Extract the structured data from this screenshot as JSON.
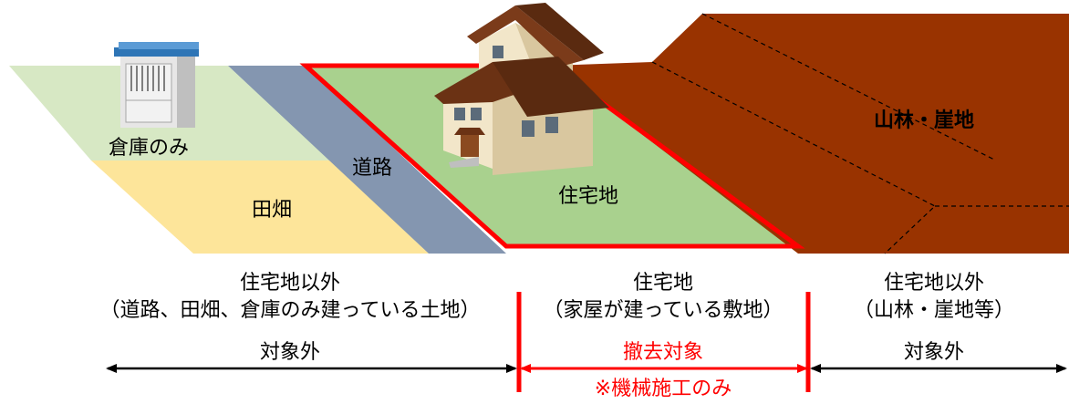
{
  "regions": {
    "storage_only": "倉庫のみ",
    "field": "田畑",
    "road": "道路",
    "residential": "住宅地",
    "forest_cliff": "山林・崖地"
  },
  "captions": {
    "left": {
      "line1": "住宅地以外",
      "line2": "（道路、田畑、倉庫のみ建っている土地）",
      "status": "対象外"
    },
    "center": {
      "line1": "住宅地",
      "line2": "（家屋が建っている敷地）",
      "status": "撤去対象",
      "note": "※機械施工のみ"
    },
    "right": {
      "line1": "住宅地以外",
      "line2": "（山林・崖地等）",
      "status": "対象外"
    }
  },
  "colors": {
    "light_green": "#d7e8c4",
    "field_yellow": "#fde59a",
    "road_blue": "#8496b0",
    "residential_green": "#a9d18e",
    "forest_brown": "#993300",
    "highlight_red": "#ff0000",
    "arrow_black": "#000000"
  },
  "icons": [
    "storage-shed-icon",
    "house-icon"
  ]
}
